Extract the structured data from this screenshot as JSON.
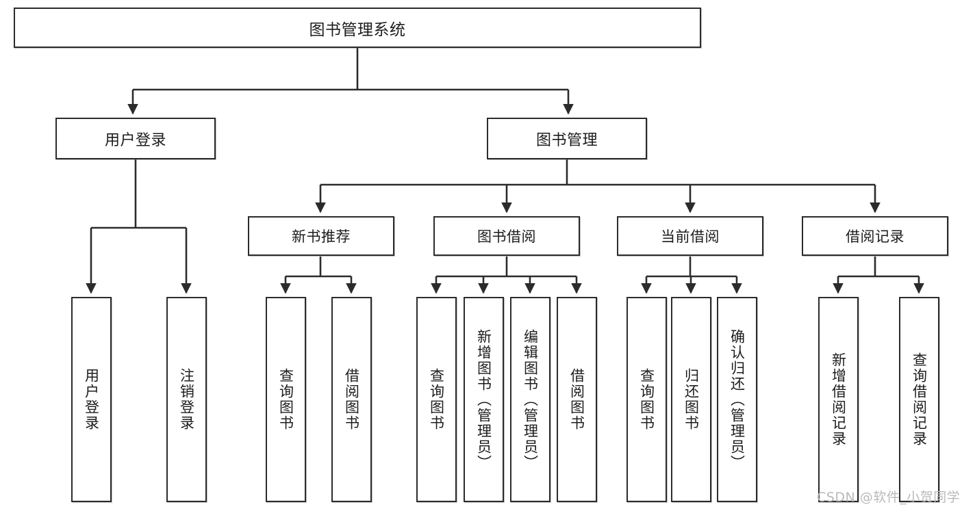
{
  "diagram": {
    "title": "图书管理系统",
    "watermark": "CSDN @软件_小贺同学",
    "colors": {
      "stroke": "#2b2b2b",
      "box_fill": "#ffffff",
      "text": "#1c1c1c",
      "watermark": "#b9b9b9",
      "background": "#ffffff"
    },
    "root": {
      "label": "图书管理系统"
    },
    "level1": [
      {
        "label": "用户登录"
      },
      {
        "label": "图书管理"
      }
    ],
    "level2": [
      {
        "label": "新书推荐"
      },
      {
        "label": "图书借阅"
      },
      {
        "label": "当前借阅"
      },
      {
        "label": "借阅记录"
      }
    ],
    "leaves": {
      "user_login": [
        {
          "label": "用户登录"
        },
        {
          "label": "注销登录"
        }
      ],
      "new_book_recommend": [
        {
          "label": "查询图书"
        },
        {
          "label": "借阅图书"
        }
      ],
      "book_borrow": [
        {
          "label": "查询图书"
        },
        {
          "label": "新增图书（管理员）"
        },
        {
          "label": "编辑图书（管理员）"
        },
        {
          "label": "借阅图书"
        }
      ],
      "current_borrow": [
        {
          "label": "查询图书"
        },
        {
          "label": "归还图书"
        },
        {
          "label": "确认归还（管理员）"
        }
      ],
      "borrow_record": [
        {
          "label": "新增借阅记录"
        },
        {
          "label": "查询借阅记录"
        }
      ]
    }
  }
}
